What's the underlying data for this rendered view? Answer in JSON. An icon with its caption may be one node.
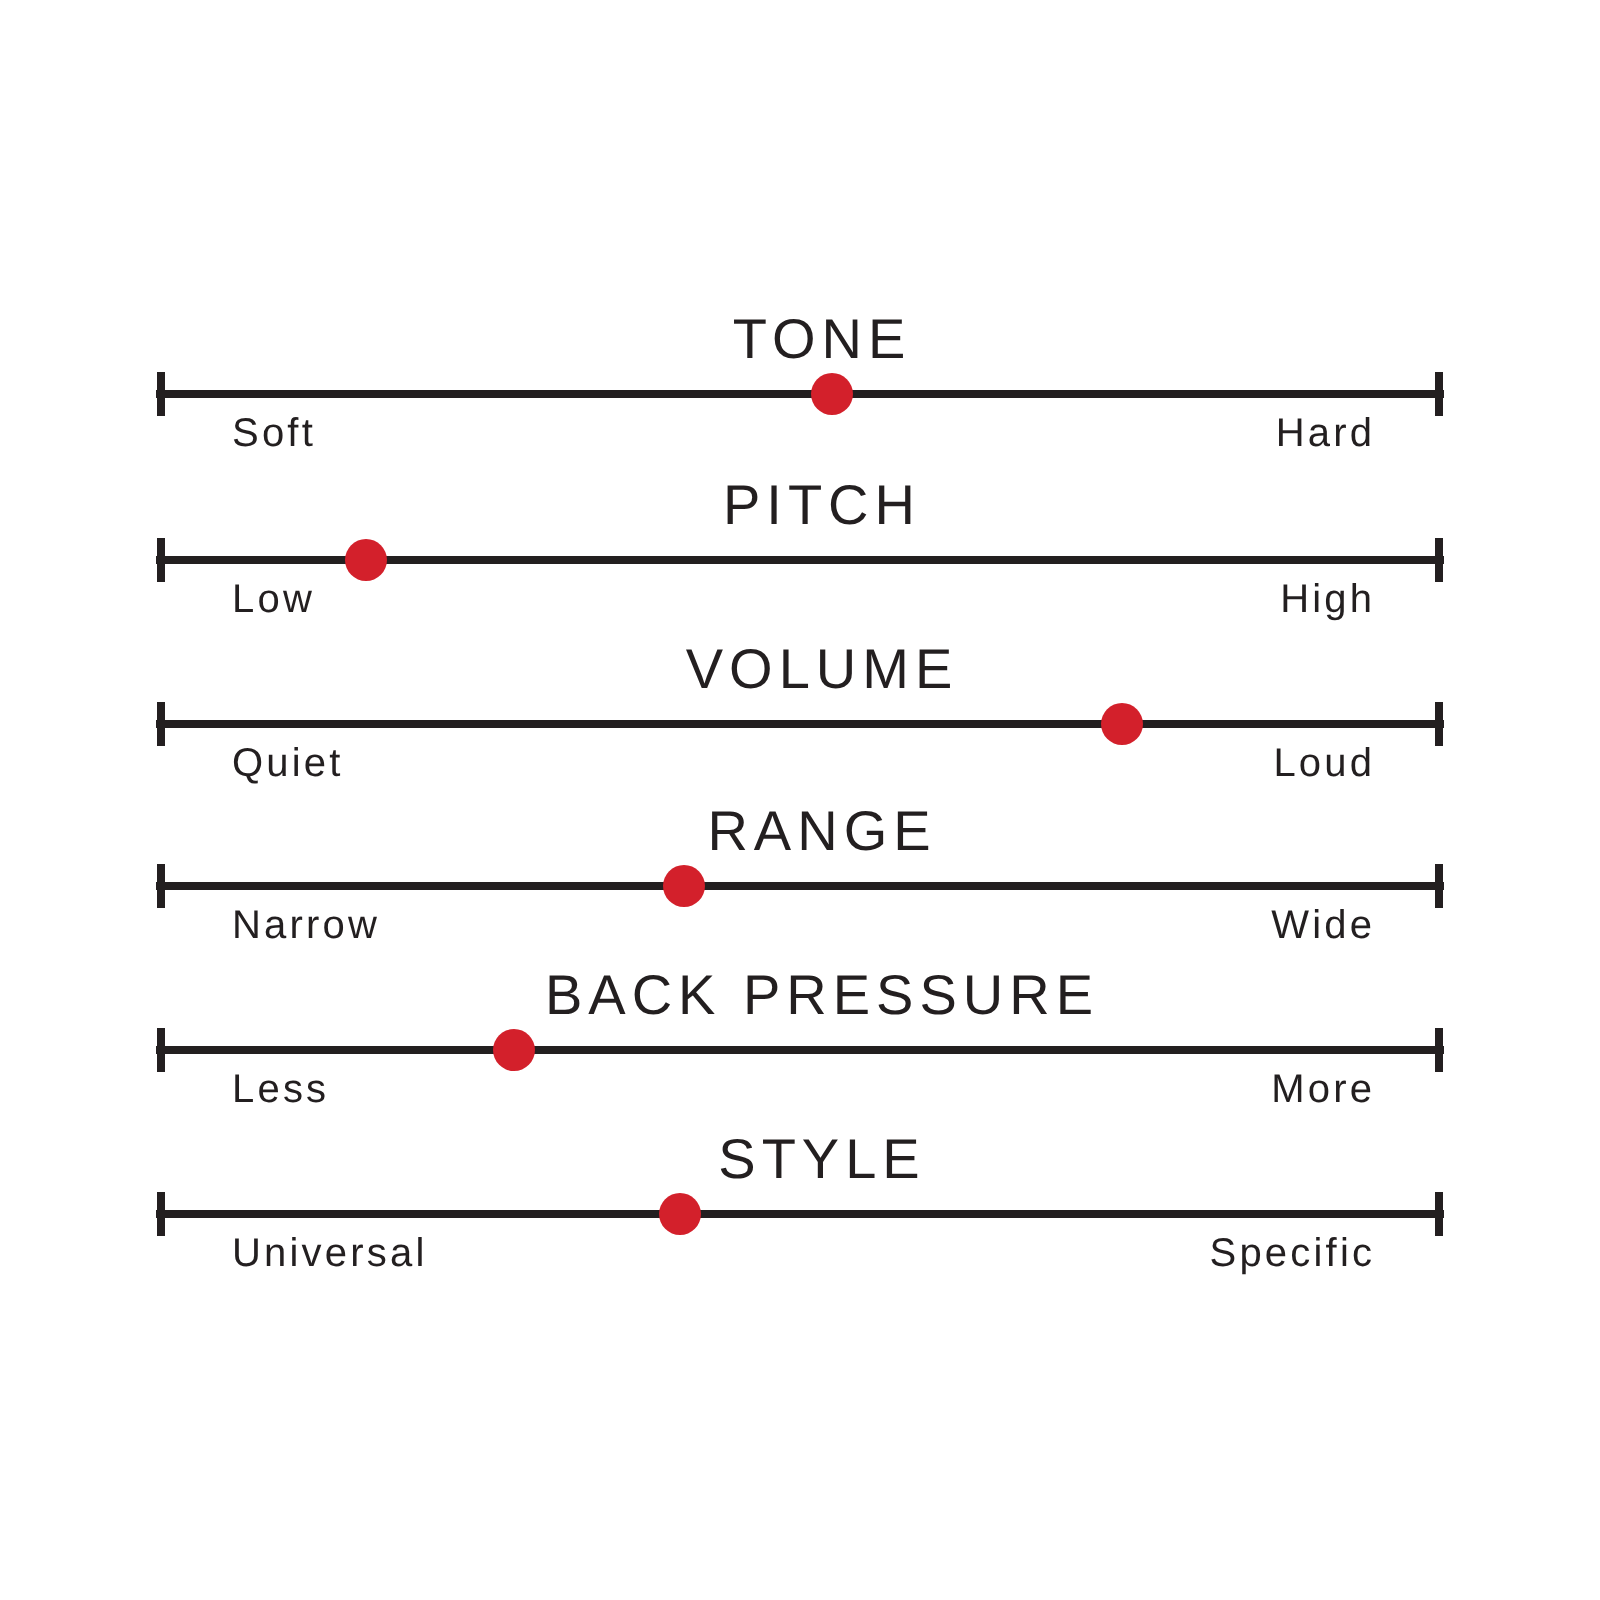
{
  "diagram": {
    "labels": [
      "TONE",
      "Soft",
      "Hard",
      "PITCH",
      "Low",
      "High",
      "VOLUME",
      "Quiet",
      "Loud",
      "RANGE",
      "Narrow",
      "Wide",
      "BACK PRESSURE",
      "Less",
      "More",
      "STYLE",
      "Universal",
      "Specific"
    ]
  }
}
